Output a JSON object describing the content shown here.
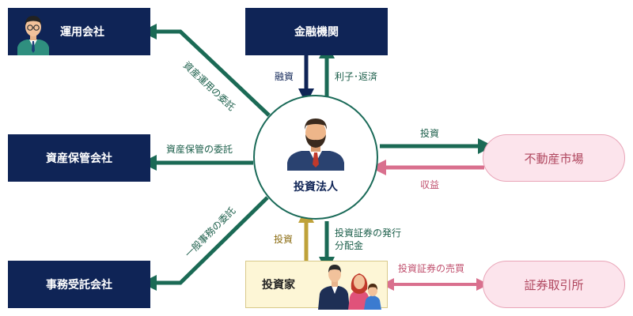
{
  "nodes": {
    "asset_manager": "運用会社",
    "financial_institution": "金融機関",
    "custodian": "資産保管会社",
    "investment_corp": "投資法人",
    "real_estate_market": "不動産市場",
    "admin_agent": "事務受託会社",
    "investors": "投資家",
    "stock_exchange": "証券取引所"
  },
  "edges": {
    "asset_management_entrustment": "資産運用の委託",
    "loan": "融資",
    "interest_repayment": "利子･返済",
    "asset_custody_entrustment": "資産保管の委託",
    "investment_to_market": "投資",
    "revenue": "収益",
    "general_admin_entrustment": "一般事務の委託",
    "investment_from_investors": "投資",
    "issuance_line1": "投資証券の発行",
    "issuance_line2": "分配金",
    "trading": "投資証券の売買"
  },
  "colors": {
    "navy": "#0f2456",
    "green": "#1b6a55",
    "gold": "#bfa23a",
    "pink": "#d9708e",
    "cream": "#fdf6d6"
  },
  "icons": {
    "asset_manager": "businessman-icon",
    "investment_corp": "bearded-businessman-icon",
    "investors": "investor-group-icon"
  }
}
